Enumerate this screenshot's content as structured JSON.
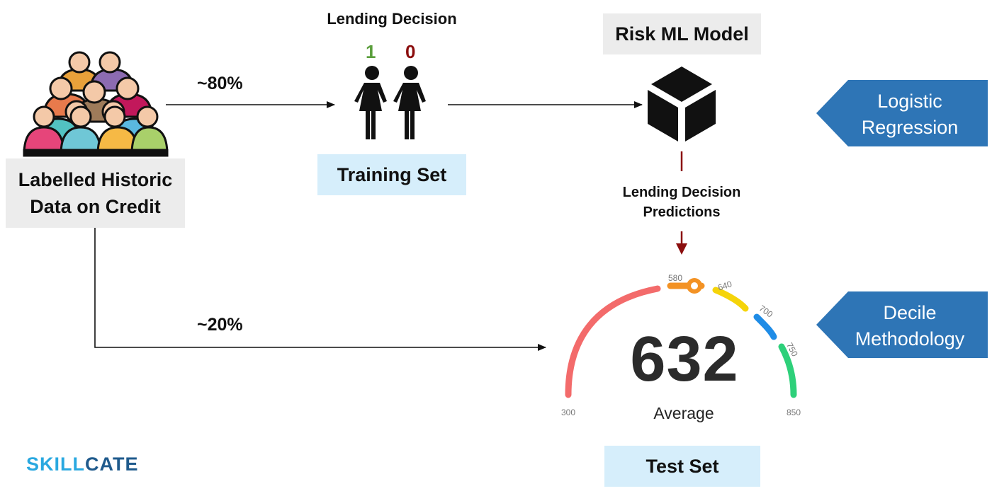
{
  "historic": {
    "line1": "Labelled Historic",
    "line2": "Data on Credit"
  },
  "lending_decision": {
    "title": "Lending Decision",
    "one": "1",
    "zero": "0"
  },
  "training_set": "Training Set",
  "risk_model": "Risk ML Model",
  "predictions": {
    "line1": "Lending Decision",
    "line2": "Predictions"
  },
  "split": {
    "train": "~80%",
    "test": "~20%"
  },
  "test_set": "Test Set",
  "logistic": {
    "line1": "Logistic",
    "line2": "Regression"
  },
  "decile": {
    "line1": "Decile",
    "line2": "Methodology"
  },
  "gauge": {
    "value": "632",
    "label": "Average",
    "ticks": {
      "min": "300",
      "t580": "580",
      "t640": "640",
      "t700": "700",
      "t750": "750",
      "max": "850"
    }
  },
  "brand": {
    "part1": "SKILL",
    "part2": "CATE"
  },
  "colors": {
    "callout": "#2e75b6",
    "arrow_red": "#8b0e0e",
    "gauge_red": "#f36b6b",
    "gauge_orange": "#f39224",
    "gauge_yellow": "#f5d40a",
    "gauge_blue": "#1f8ce6",
    "gauge_green": "#2ed07a"
  }
}
